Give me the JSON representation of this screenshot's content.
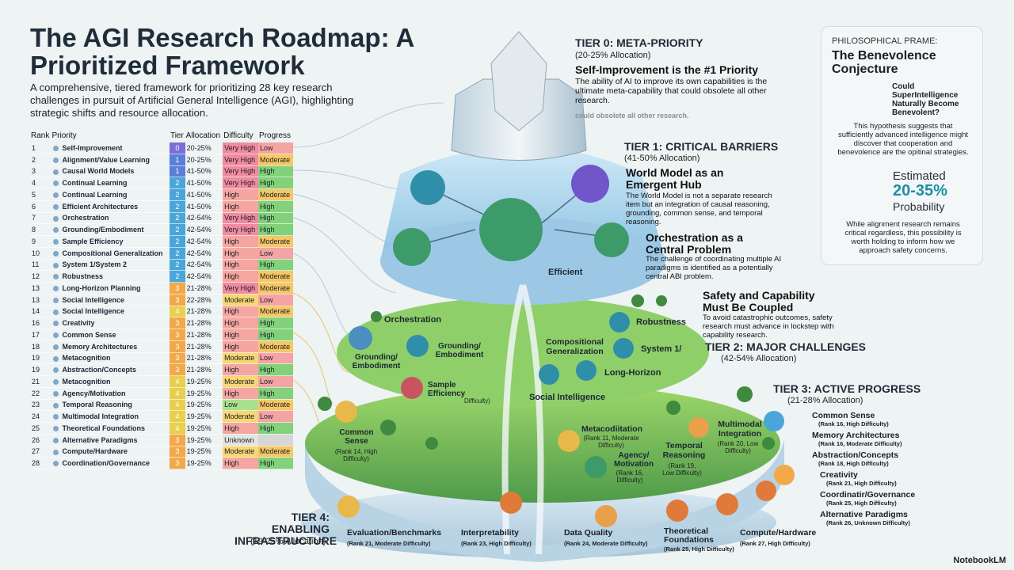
{
  "title": "The AGI Research Roadmap: A Prioritized Framework",
  "subtitle": "A comprehensive, tiered framework for prioritizing 28 key research challenges in pursuit of Artificial General Intelligence (AGI), highlighting strategic shifts and resource allocation.",
  "table": {
    "headers": [
      "Rank",
      "Priority",
      "Tier",
      "Allocation",
      "Difficulty",
      "Progress"
    ],
    "rows": [
      [
        "1",
        "Self-Improvement",
        "0",
        "20-25%",
        "Very High",
        "Low"
      ],
      [
        "2",
        "Alignment/Value Learning",
        "1",
        "20-25%",
        "Very High",
        "Moderate"
      ],
      [
        "3",
        "Causal World Models",
        "1",
        "41-50%",
        "Very High",
        "High"
      ],
      [
        "4",
        "Continual Learning",
        "2",
        "41-50%",
        "Very High",
        "High"
      ],
      [
        "5",
        "Continual Learning",
        "2",
        "41-50%",
        "High",
        "Moderate"
      ],
      [
        "6",
        "Efficient Architectures",
        "2",
        "41-50%",
        "High",
        "High"
      ],
      [
        "7",
        "Orchestration",
        "2",
        "42-54%",
        "Very High",
        "High"
      ],
      [
        "8",
        "Grounding/Embodiment",
        "2",
        "42-54%",
        "Very High",
        "High"
      ],
      [
        "9",
        "Sample Efficiency",
        "2",
        "42-54%",
        "High",
        "Moderate"
      ],
      [
        "10",
        "Compositional Generalization",
        "2",
        "42-54%",
        "High",
        "Low"
      ],
      [
        "11",
        "System 1/System 2",
        "2",
        "42-54%",
        "High",
        "High"
      ],
      [
        "12",
        "Robustness",
        "2",
        "42-54%",
        "High",
        "Moderate"
      ],
      [
        "13",
        "Long-Horizon Planning",
        "3",
        "21-28%",
        "Very High",
        "Moderate"
      ],
      [
        "13",
        "Social Intelligence",
        "3",
        "22-28%",
        "Moderate",
        "Low"
      ],
      [
        "14",
        "Social Intelligence",
        "4",
        "21-28%",
        "High",
        "Moderate"
      ],
      [
        "16",
        "Creativity",
        "3",
        "21-28%",
        "High",
        "High"
      ],
      [
        "17",
        "Common Sense",
        "3",
        "21-28%",
        "High",
        "High"
      ],
      [
        "18",
        "Memory Architectures",
        "3",
        "21-28%",
        "High",
        "Moderate"
      ],
      [
        "19",
        "Metacognition",
        "3",
        "21-28%",
        "Moderate",
        "Low"
      ],
      [
        "19",
        "Abstraction/Concepts",
        "3",
        "21-28%",
        "High",
        "High"
      ],
      [
        "21",
        "Metacognition",
        "4",
        "19-25%",
        "Moderate",
        "Low"
      ],
      [
        "22",
        "Agency/Motivation",
        "4",
        "19-25%",
        "High",
        "High"
      ],
      [
        "23",
        "Temporal Reasoning",
        "4",
        "19-25%",
        "Low",
        "Moderate"
      ],
      [
        "24",
        "Multimodal Integration",
        "4",
        "19-25%",
        "Moderate",
        "Low"
      ],
      [
        "25",
        "Theoretical Foundations",
        "4",
        "19-25%",
        "High",
        "High"
      ],
      [
        "26",
        "Alternative Paradigms",
        "3",
        "19-25%",
        "Unknown",
        ""
      ],
      [
        "27",
        "Compute/Hardware",
        "3",
        "19-25%",
        "Moderate",
        "Moderate"
      ],
      [
        "28",
        "Coordination/Governance",
        "3",
        "19-25%",
        "High",
        "High"
      ]
    ]
  },
  "colors": {
    "tier": {
      "0": "#7b6fd6",
      "1": "#5b7fd8",
      "2": "#4aa6d8",
      "3": "#f2a94a",
      "4": "#e9cf4d"
    },
    "difficulty": {
      "Very High": "#f08aa0",
      "High": "#f6a6a1",
      "Moderate": "#f7d774",
      "Low": "#a9e08f",
      "Unknown": "#e4e4e4"
    },
    "progress": {
      "Low": "#f5a4a4",
      "Moderate": "#f6c766",
      "High": "#82d17b",
      "": "#d7d7d7"
    }
  },
  "tiers": [
    {
      "title": "TIER 0: META-PRIORITY",
      "alloc": "(20-25% Allocation)"
    },
    {
      "title": "TIER 1: CRITICAL BARRIERS",
      "alloc": "(41-50% Allocation)"
    },
    {
      "title": "TIER 2: MAJOR CHALLENGES",
      "alloc": "(42-54% Allocation)"
    },
    {
      "title": "TIER 3: ACTIVE PROGRESS",
      "alloc": "(21-28% Allocation)"
    },
    {
      "title": "TIER 4: ENABLING INFRASTRUCTURE",
      "alloc": "(19-25% Allocation)"
    }
  ],
  "callouts": {
    "self_improvement": {
      "heading": "Self-Improvement is the #1 Priority",
      "body": "The ability of AI to improve its own capabilities is the ultimate meta-capability that could obsolete all other research.",
      "ghost": "could obsolete all other research."
    },
    "world_model": {
      "heading": "World Model as an Emergent Hub",
      "body": "The World Model is not a separate research item but an integration of causal reasoning, grounding, common sense, and temporal reasoning."
    },
    "orchestration": {
      "heading": "Orchestration as a Central Problem",
      "body": "The challenge of coordinating multiple AI paradigms is identified as a potentially central ABI problem."
    },
    "safety": {
      "heading": "Safety and Capability Must Be Coupled",
      "body": "To avoid catastrophic outcomes, safety research must advance in lockstep with capability research."
    }
  },
  "sidebar": {
    "kicker": "PHILOSOPHICAL PRAME:",
    "title": "The Benevolence Conjecture",
    "question": "Could SuperIntelligence Naturally Become Benevolent?",
    "text": "This hypothesis suggests that sufficiently advanced intelligence might discover that cooperation and benevolence are the opitinal strategies.",
    "estimated": "Estimated",
    "range": "20-35%",
    "prob": "Probability",
    "note": "While alignment research remains critical regardless, this possibility is worth holding to inform how we approach safety concerns.",
    "gauge_fraction": 0.3
  },
  "mountain_labels": {
    "efficient": "Efficient",
    "orchestration": "Orchestration",
    "grounding_left": "Grounding/ Embodiment",
    "grounding_mid": "Grounding/ Embodiment",
    "sample": "Sample Efficiency",
    "sample_small": "Difficulty)",
    "compositional": "Compositional Generalization",
    "system": "System 1/",
    "robustness": "Robustness",
    "long_horizon": "Long-Horizon",
    "social": "Social Intelligence",
    "common_sense": "Common Sense",
    "common_sense_small": "(Rank 14, High Difficulty)",
    "metacog": "Metacodiitation",
    "metacog_small": "(Rank 11, Moderate Difficulty)",
    "agency": "Agency/ Motivation",
    "agency_small": "(Rank 16, Difficulty)",
    "temporal": "Temporal Reasoning",
    "temporal_small": "(Rank 19, Low Difficulty)",
    "multimodal": "Multimodal Integration",
    "multimodal_small": "(Rank 20, Low Difficulty)"
  },
  "right_list": [
    {
      "name": "Common Sense",
      "detail": "(Rank 16, High Difficulty)"
    },
    {
      "name": "Memory Architectures",
      "detail": "(Rank 16, Moderate Difficulty)"
    },
    {
      "name": "Abstraction/Concepts",
      "detail": "(Rank 18, High Difficulty)"
    },
    {
      "name": "Creativity",
      "detail": "(Rank 21, High Difficulty)"
    },
    {
      "name": "Coordinatir/Governance",
      "detail": "(Rank 25, High Difficulty)"
    },
    {
      "name": "Alternative Paradigms",
      "detail": "(Rank 26, Unknown Difficulty)"
    }
  ],
  "bottom_list": [
    {
      "name": "Evaluation/Benchmarks",
      "detail": "(Rank 21, Moderate Difficulty)"
    },
    {
      "name": "Interpretability",
      "detail": "(Rank 23, High Difficulty)"
    },
    {
      "name": "Data Quality",
      "detail": "(Rank 24, Moderate Difficulty)"
    },
    {
      "name": "Theoretical Foundations",
      "detail": "(Rank 25, High Difficulty)"
    },
    {
      "name": "Compute/Hardware",
      "detail": "(Rank 27, High Difficulty)"
    }
  ],
  "logo": "NotebookLM"
}
